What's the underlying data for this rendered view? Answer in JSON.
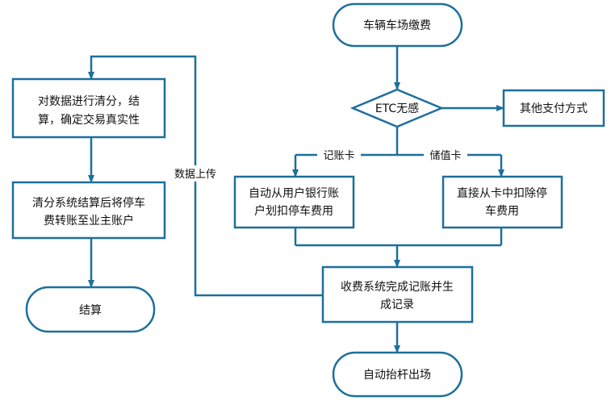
{
  "colors": {
    "line": "#1d6f9c",
    "fill": "#ffffff",
    "text": "#111111"
  },
  "nodes": {
    "start": "车辆车场缴费",
    "etc_decision": "ETC无感",
    "other_payment": "其他支付方式",
    "auto_deduct_1": "自动从用户银行账",
    "auto_deduct_2": "户划扣停车费用",
    "direct_deduct_1": "直接从卡中扣除停",
    "direct_deduct_2": "车费用",
    "complete_1": "收费系统完成记账并生",
    "complete_2": "成记录",
    "gate": "自动抬杆出场",
    "clear_1": "对数据进行清分，结",
    "clear_2": "算，确定交易真实性",
    "transfer_1": "清分系统结算后将停车",
    "transfer_2": "费转账至业主账户",
    "end": "结算"
  },
  "edges": {
    "account_card": "记账卡",
    "stored_card": "储值卡",
    "data_upload": "数据上传"
  }
}
